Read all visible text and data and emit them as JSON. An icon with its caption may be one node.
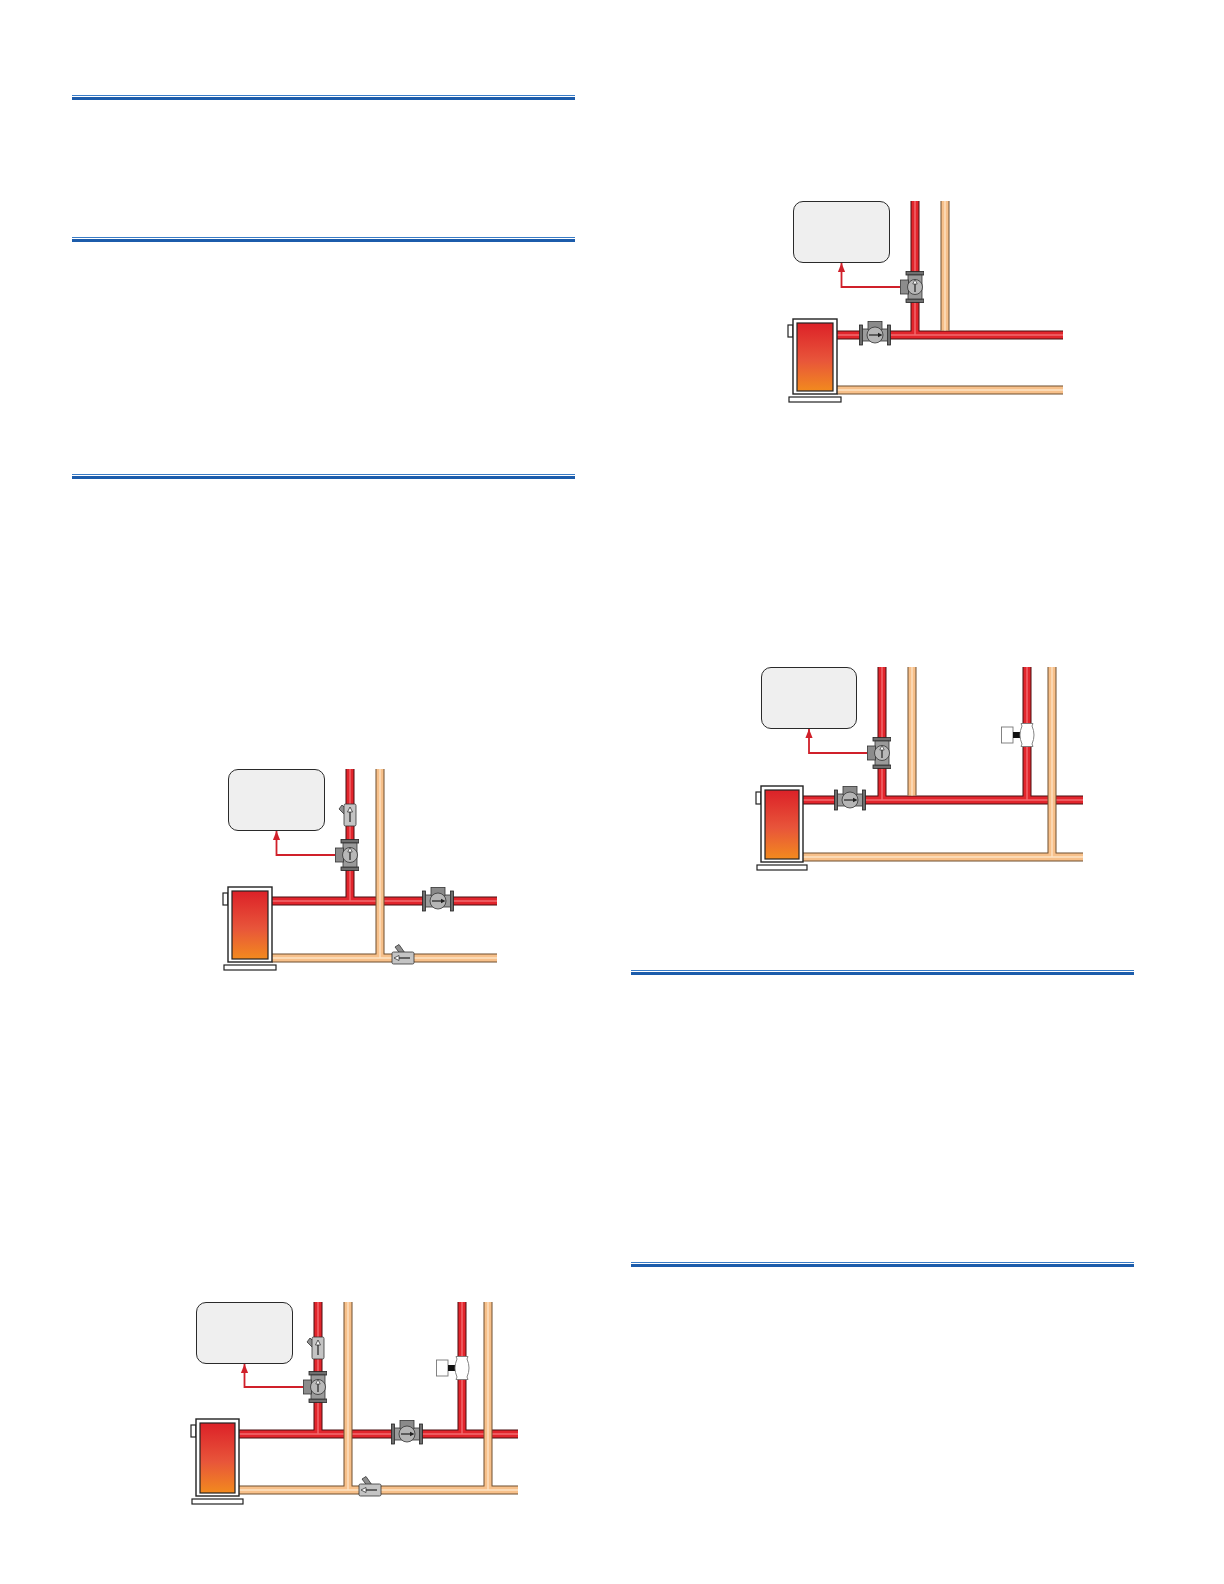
{
  "diagram": {
    "nodes": [
      {
        "text": [],
        "shape": "box"
      },
      {
        "text": [],
        "shape": "picture"
      },
      {
        "text": [],
        "shape": "box"
      },
      {
        "text": [],
        "shape": "picture"
      },
      {
        "text": [],
        "shape": "box"
      },
      {
        "text": [],
        "shape": "picture"
      },
      {
        "text": [],
        "shape": "box"
      },
      {
        "text": [],
        "shape": "picture"
      }
    ],
    "edges": [
      {
        "from": 1,
        "to": 0,
        "arrow": "to"
      },
      {
        "from": 3,
        "to": 2,
        "arrow": "to"
      },
      {
        "from": 5,
        "to": 4,
        "arrow": "to"
      },
      {
        "from": 7,
        "to": 6,
        "arrow": "to"
      }
    ]
  }
}
